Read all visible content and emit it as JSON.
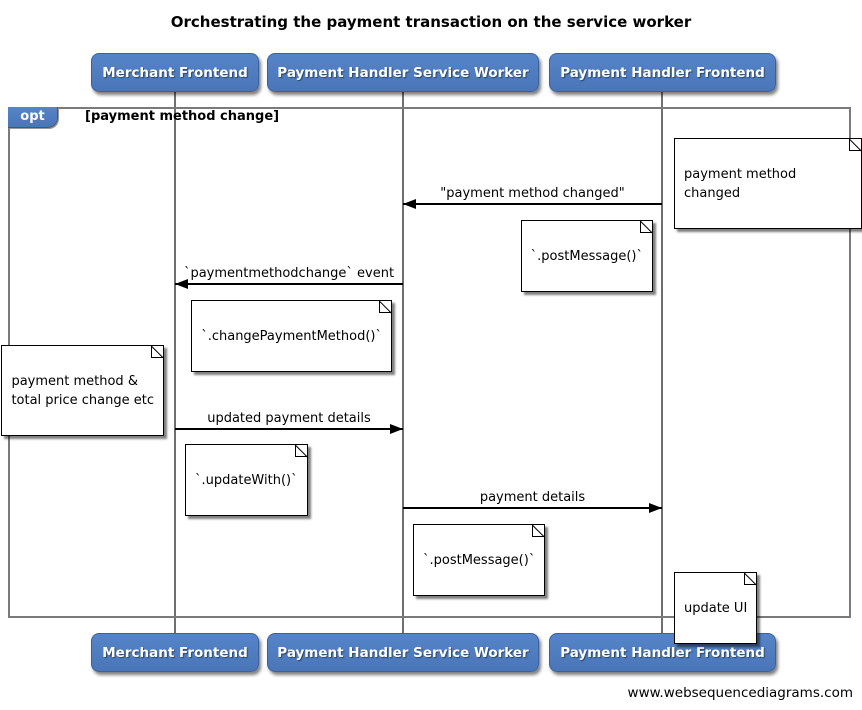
{
  "title": "Orchestrating the payment transaction on the service worker",
  "actors": [
    {
      "label": "Merchant Frontend"
    },
    {
      "label": "Payment Handler Service Worker"
    },
    {
      "label": "Payment Handler Frontend"
    }
  ],
  "frame": {
    "operator": "opt",
    "guard": "[payment method change]"
  },
  "messages": [
    {
      "label": "\"payment method changed\"",
      "from": "Payment Handler Frontend",
      "to": "Payment Handler Service Worker",
      "direction": "left"
    },
    {
      "label": "`paymentmethodchange` event",
      "from": "Payment Handler Service Worker",
      "to": "Merchant Frontend",
      "direction": "left"
    },
    {
      "label": "updated payment details",
      "from": "Merchant Frontend",
      "to": "Payment Handler Service Worker",
      "direction": "right"
    },
    {
      "label": "payment details",
      "from": "Payment Handler Service Worker",
      "to": "Payment Handler Frontend",
      "direction": "right"
    }
  ],
  "notes": [
    {
      "text": "payment method changed",
      "position": "right of Payment Handler Frontend"
    },
    {
      "text": "`.postMessage()`",
      "position": "left of Payment Handler Frontend"
    },
    {
      "text": "`.changePaymentMethod()`",
      "position": "left of Payment Handler Service Worker"
    },
    {
      "text": "payment method &\ntotal price change etc",
      "position": "left of Merchant Frontend"
    },
    {
      "text": "`.updateWith()`",
      "position": "right of Merchant Frontend"
    },
    {
      "text": "`.postMessage()`",
      "position": "right of Payment Handler Service Worker"
    },
    {
      "text": "update UI",
      "position": "right of Payment Handler Frontend"
    }
  ],
  "footer": "www.websequencediagrams.com",
  "colors": {
    "actor_fill": "#4d7abd",
    "actor_text": "#ffffff",
    "frame_line": "#7a7a7a",
    "lifeline": "#6f6f6f",
    "note_fill": "#ffffff",
    "message_line": "#000000"
  }
}
